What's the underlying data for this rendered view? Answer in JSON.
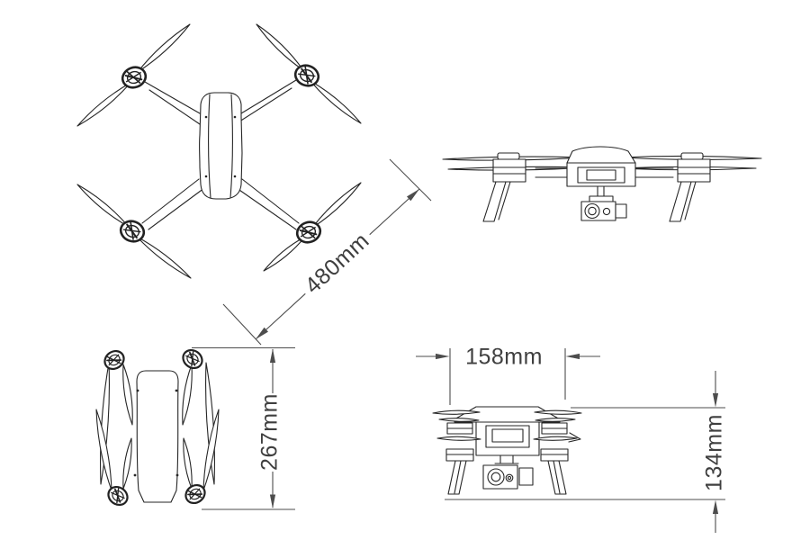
{
  "diagram": {
    "subject": "Quadcopter drone dimension drawing with four orthographic views",
    "background": "#ffffff",
    "views": [
      {
        "id": "top-view-open",
        "description": "top view, arms and propellers unfolded"
      },
      {
        "id": "front-view-open",
        "description": "front view, arms unfolded, gimbal camera below"
      },
      {
        "id": "top-view-folded",
        "description": "top view, arms folded along body"
      },
      {
        "id": "front-view-folded",
        "description": "front view, folded, gimbal camera below"
      }
    ]
  },
  "dimensions": {
    "diagonal_span": "480mm",
    "folded_length": "267mm",
    "folded_width": "158mm",
    "folded_height": "134mm"
  },
  "colors": {
    "drawing_line": "#262626",
    "dimension_line": "#4d4d4d",
    "label_text": "#3f3f3f"
  }
}
